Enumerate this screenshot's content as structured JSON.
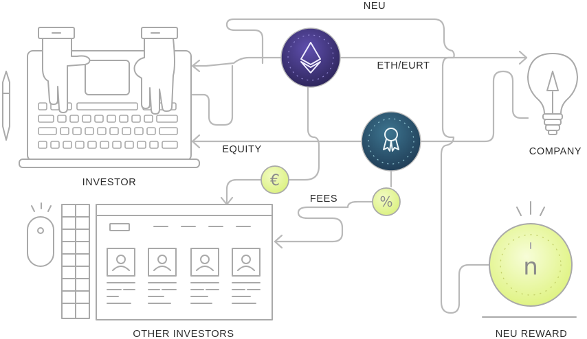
{
  "labels": {
    "neu": "NEU",
    "eth_eurt": "ETH/EURT",
    "equity": "EQUITY",
    "fees": "FEES",
    "investor": "INVESTOR",
    "company": "COMPANY",
    "other_investors": "OTHER INVESTORS",
    "neu_reward": "NEU REWARD"
  },
  "icons": {
    "euro_symbol": "€",
    "percent_symbol": "%",
    "neu_symbol": "n"
  },
  "colors": {
    "line": "#b9b9b9",
    "eth_badge_from": "#5a4aa6",
    "eth_badge_to": "#2c2457",
    "equity_badge_from": "#3a6f88",
    "equity_badge_to": "#1f3b55",
    "token_fill": "#e8f8a0",
    "reward_fill": "#edfaa6"
  }
}
